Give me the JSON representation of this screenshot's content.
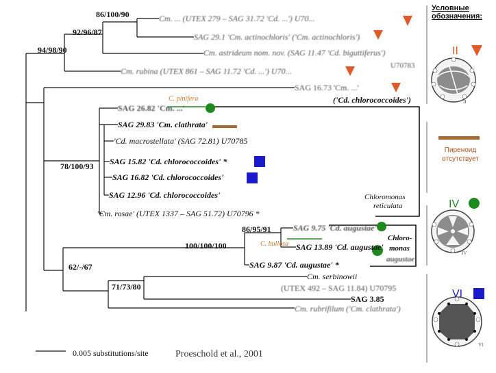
{
  "legend": {
    "title": "Условные обозначения:",
    "pyrenoid_absent": "Пиреноид отсутствует",
    "types": [
      {
        "roman": "II",
        "shape": "triangle",
        "color": "#e05a2a",
        "cell_label": "II"
      },
      {
        "roman": "IV",
        "shape": "circle",
        "color": "#1e8a1e",
        "cell_label": "IV"
      },
      {
        "roman": "VI",
        "shape": "square",
        "color": "#1a1acc",
        "cell_label": "VI"
      }
    ],
    "bar_color": "#a56a30"
  },
  "tree": {
    "bootstrap": {
      "n1": "86/100/90",
      "n2": "92/96/87",
      "n3": "94/98/90",
      "n4": "78/100/93",
      "n5": "86/95/91",
      "n6": "100/100/100",
      "n7": "62/-/67",
      "n8": "71/73/80"
    },
    "taxa": {
      "t1": "Cm. ... (UTEX 279 – SAG 31.72 'Cd. ...') U70...",
      "t2": "SAG 29.1 'Cm. actinochloris' ('Cm. actinochloris')",
      "t3": "Cm. astrideum nom. nov. (SAG 11.47 'Cd. biguttiferus')",
      "t3b": "U70783",
      "t4": "Cm. rubina (UTEX 861 – SAG 11.72 'Cd. ...') U70...",
      "t5": "SAG 16.73 'Cm. ...'",
      "t5b": "('Cd. chlorococcoides')",
      "t6": "SAG 26.82 'Cm. ...'",
      "t6b": "C. pinifera",
      "t7": "SAG 29.83 'Cm. clathrata'",
      "t8": "'Cd. macrostellata' (SAG 72.81) U70785",
      "t9": "SAG 15.82 'Cd. chlorococcoides' *",
      "t10": "SAG 16.82 'Cd. chlorococcoides'",
      "t11": "SAG 12.96 'Cd. chlorococcoides'",
      "t12": "'Cm. rosae' (UTEX 1337 – SAG 51.72) U70796 *",
      "t13": "SAG 9.75 'Cd. augustae'",
      "t14": "SAG 13.89 'Cd. augustae'",
      "t14b": "C. bullosa",
      "t15": "SAG 9.87 'Cd. augustae' *",
      "t16": "Cm. serbinowii",
      "t16b": "(UTEX 492 – SAG 11.84) U70795",
      "t17": "SAG 3.85",
      "t18": "Cm. rubrifilum ('Cm. clathrata')"
    },
    "clade_a": "Chloromonas reticulata",
    "clade_a1": "Chloromonas",
    "clade_a2": "reticulata",
    "clade_b1": "Chloro-",
    "clade_b2": "monas",
    "clade_b3": "augustae"
  },
  "scale_label": "0.005 substitutions/site",
  "citation": "Proeschold et al., 2001"
}
